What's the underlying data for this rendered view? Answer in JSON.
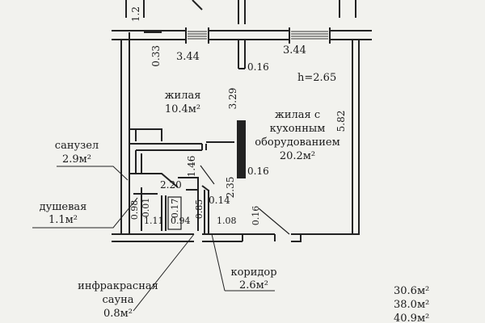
{
  "top_cut": {
    "dim_left": "1.2"
  },
  "rooms": {
    "living": {
      "name": "жилая",
      "area": "10.4м²"
    },
    "kitchen_living": {
      "line1": "жилая с",
      "line2": "кухонным",
      "line3": "оборудованием",
      "area": "20.2м²"
    },
    "bathroom": {
      "name": "санузел",
      "area": "2.9м²"
    },
    "shower": {
      "name": "душевая",
      "area": "1.1м²"
    },
    "corridor": {
      "name": "коридор",
      "area": "2.6м²"
    },
    "sauna": {
      "line1": "инфракрасная",
      "line2": "сауна",
      "area": "0.8м²"
    }
  },
  "dimensions": {
    "d_033": "0.33",
    "d_344_left": "3.44",
    "d_344_right": "3.44",
    "d_016_top": "0.16",
    "d_height": "h=2.65",
    "d_329": "3.29",
    "d_582": "5.82",
    "d_146": "1.46",
    "d_016_mid": "0.16",
    "d_235": "2.35",
    "d_220": "2.20",
    "d_014": "0.14",
    "d_098": "0.98",
    "d_001": "0.01",
    "d_017": "0.17",
    "d_085": "0.85",
    "d_111": "1.11",
    "d_094": "0.94",
    "d_108": "1.08",
    "d_016_bottom": "0.16"
  },
  "totals": [
    "30.6м²",
    "38.0м²",
    "40.9м²"
  ]
}
